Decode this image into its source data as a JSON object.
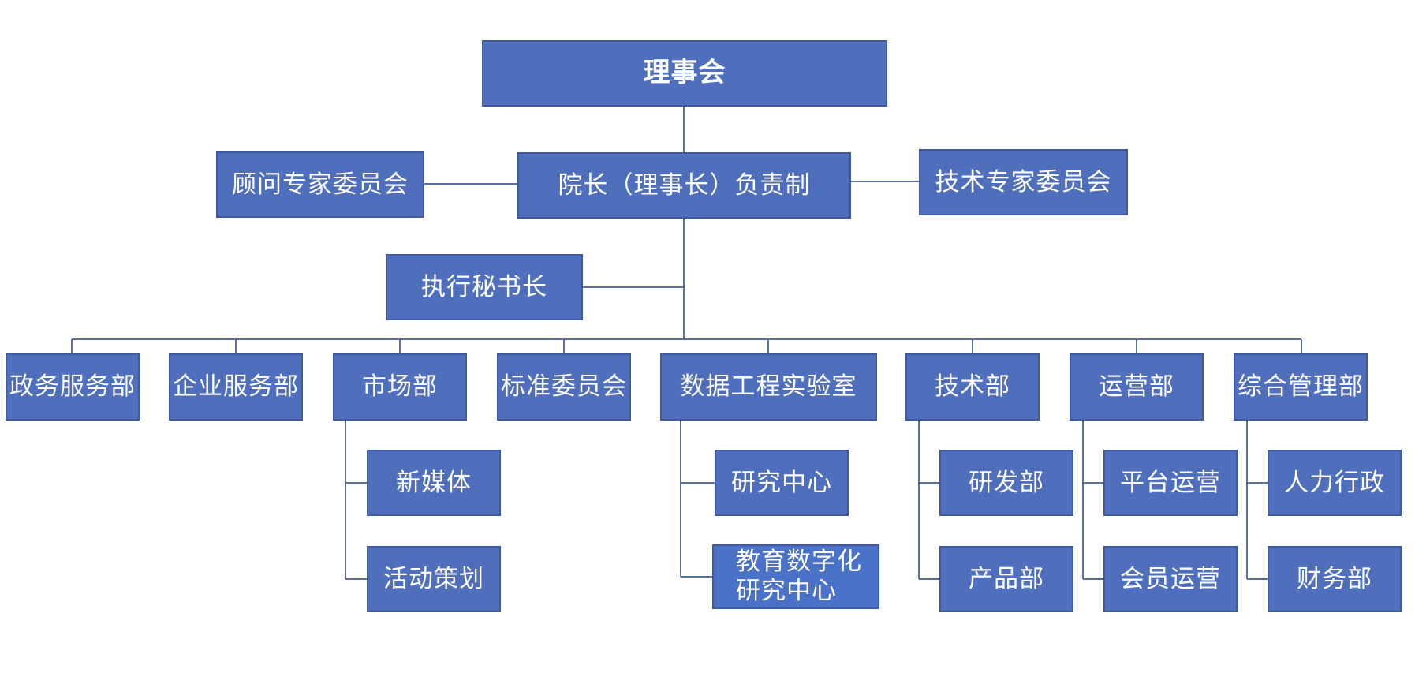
{
  "org_chart": {
    "board": "理事会",
    "president": "院长（理事长）负责制",
    "advisory_committee": "顾问专家委员会",
    "tech_committee": "技术专家委员会",
    "executive_secretary": "执行秘书长",
    "departments": [
      {
        "label": "政务服务部",
        "children": []
      },
      {
        "label": "企业服务部",
        "children": []
      },
      {
        "label": "市场部",
        "children": [
          "新媒体",
          "活动策划"
        ]
      },
      {
        "label": "标准委员会",
        "children": []
      },
      {
        "label": "数据工程实验室",
        "children": [
          "研究中心",
          "教育数字化研究中心"
        ]
      },
      {
        "label": "技术部",
        "children": [
          "研发部",
          "产品部"
        ]
      },
      {
        "label": "运营部",
        "children": [
          "平台运营",
          "会员运营"
        ]
      },
      {
        "label": "综合管理部",
        "children": [
          "人力行政",
          "财务部"
        ]
      }
    ]
  },
  "colors": {
    "box_fill": "#4f6fbd",
    "box_border": "#3f5b9f",
    "line": "#5a6f9c",
    "text": "#ffffff"
  }
}
